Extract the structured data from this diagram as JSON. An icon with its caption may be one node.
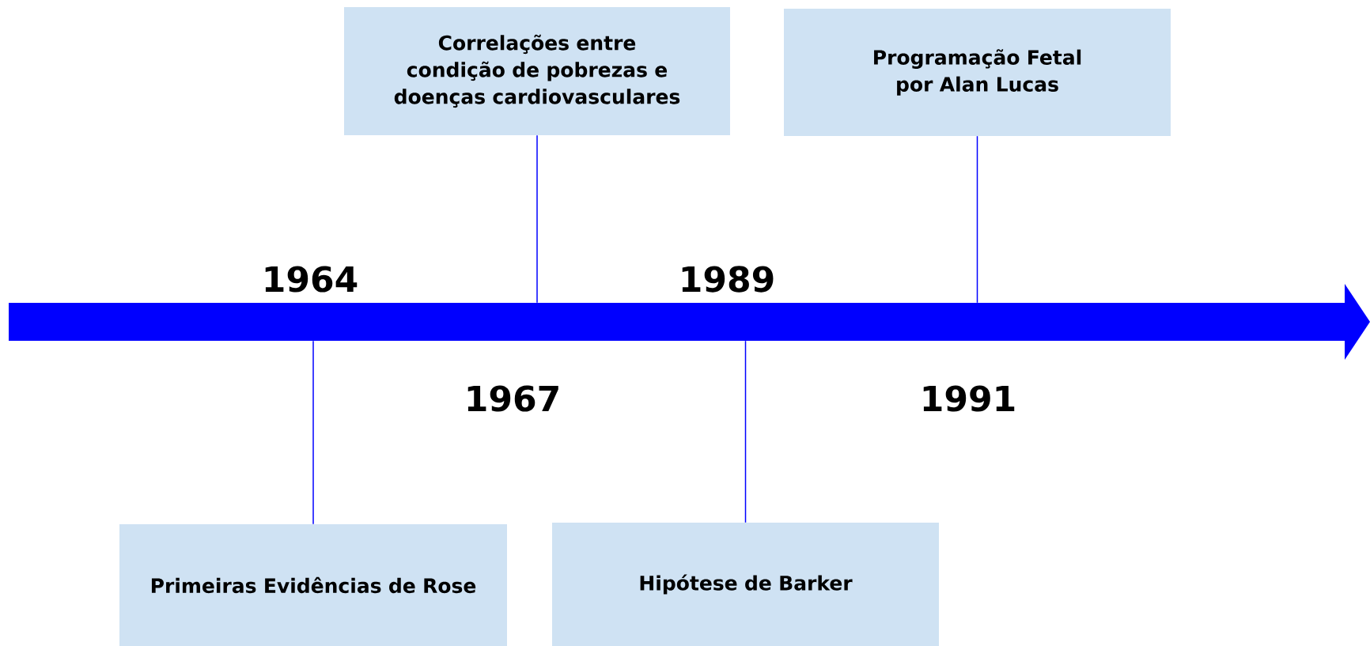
{
  "diagram": {
    "nodes": [
      {
        "text": [
          "Correlações entre condição de pobrezas e doenças cardiovasculares"
        ]
      },
      {
        "text": [
          "Programação Fetal por Alan Lucas"
        ]
      },
      {
        "text": [],
        "shape": "arrow"
      },
      {
        "text": [
          "Primeiras Evidências de Rose"
        ]
      },
      {
        "text": [
          "Hipótese de Barker"
        ]
      }
    ],
    "edges": [
      {
        "from": 0,
        "to": 2,
        "arrow": "none"
      },
      {
        "from": 1,
        "to": 2,
        "arrow": "none"
      },
      {
        "from": 3,
        "to": 2,
        "arrow": "none"
      },
      {
        "from": 4,
        "to": 2,
        "arrow": "none"
      }
    ],
    "labels": [
      "1964",
      "1989",
      "1967",
      "1991"
    ]
  }
}
